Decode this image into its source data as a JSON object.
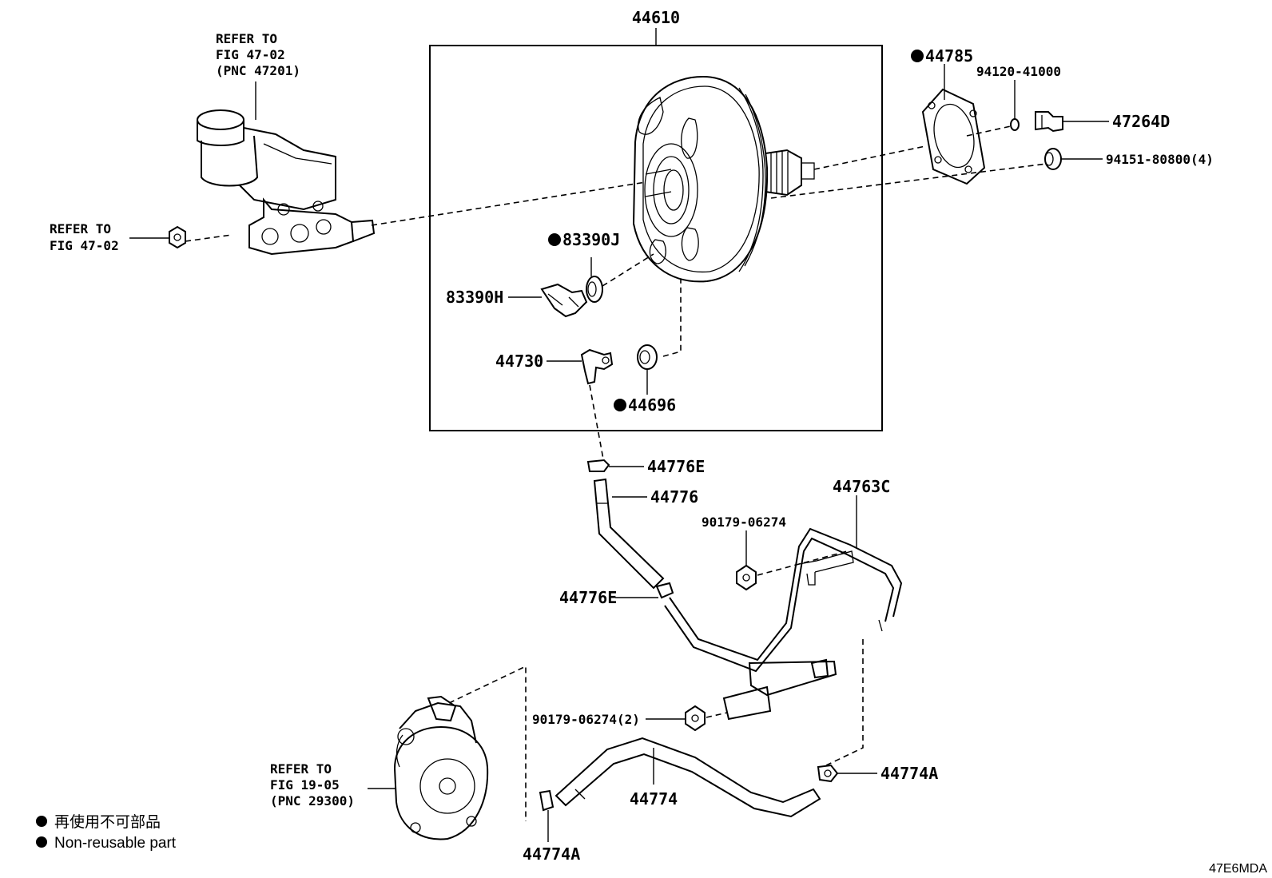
{
  "assembly": {
    "label": "44610"
  },
  "labels": {
    "p44785": "44785",
    "p94120": "94120-41000",
    "p47264D": "47264D",
    "p94151": "94151-80800(4)",
    "p83390J": "83390J",
    "p83390H": "83390H",
    "p44730": "44730",
    "p44696": "44696",
    "p44776E_top": "44776E",
    "p44776": "44776",
    "p44763C": "44763C",
    "p90179_a": "90179-06274",
    "p44776E_mid": "44776E",
    "p90179_b": "90179-06274(2)",
    "p44774A_right": "44774A",
    "p44774": "44774",
    "p44774A_bottom": "44774A"
  },
  "refs": {
    "master_cylinder": {
      "l1": "REFER TO",
      "l2": "FIG 47-02",
      "l3": "(PNC 47201)"
    },
    "nut": {
      "l1": "REFER TO",
      "l2": "FIG 47-02"
    },
    "vacuum_pump": {
      "l1": "REFER TO",
      "l2": "FIG 19-05",
      "l3": "(PNC 29300)"
    }
  },
  "legend": {
    "jp": "再使用不可部品",
    "en": "Non-reusable part"
  },
  "figure_code": "47E6MDA",
  "colors": {
    "ink": "#000000",
    "background": "#ffffff"
  },
  "icons": {
    "non_reusable_marker": "filled-circle-icon"
  }
}
